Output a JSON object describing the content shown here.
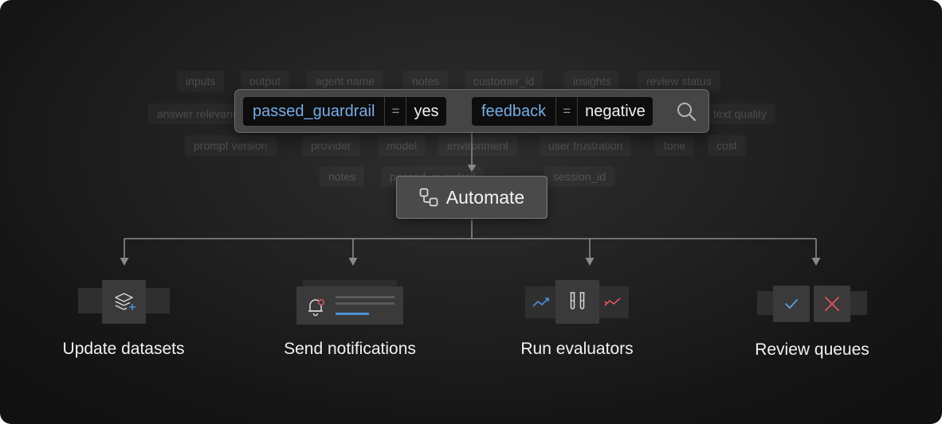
{
  "background_fields": {
    "row1": [
      "inputs",
      "output",
      "agent name",
      "notes",
      "customer_id",
      "insights",
      "review status"
    ],
    "row2_left": "answer relevance",
    "row2_right": "text quality",
    "row3": [
      "prompt version",
      "provider",
      "model",
      "environment",
      "user frustration",
      "tone",
      "cost"
    ],
    "row4": [
      "notes",
      "passed_guardrail",
      "session_id"
    ]
  },
  "filters": [
    {
      "key": "passed_guardrail",
      "operator": "=",
      "value": "yes"
    },
    {
      "key": "feedback",
      "operator": "=",
      "value": "negative"
    }
  ],
  "search_icon": "search-icon",
  "automate": {
    "label": "Automate",
    "icon": "workflow-icon"
  },
  "outputs": [
    {
      "label": "Update datasets",
      "icon": "layers-plus-icon"
    },
    {
      "label": "Send notifications",
      "icon": "bell-alert-icon"
    },
    {
      "label": "Run evaluators",
      "icon": "test-tubes-icon"
    },
    {
      "label": "Review queues",
      "icon": "check-x-icon"
    }
  ],
  "colors": {
    "background": "#1c1c1c",
    "filter_key": "#77aee6",
    "accent_blue": "#4a90d9",
    "accent_red": "#e0525d",
    "connector": "#8a8a8a"
  }
}
